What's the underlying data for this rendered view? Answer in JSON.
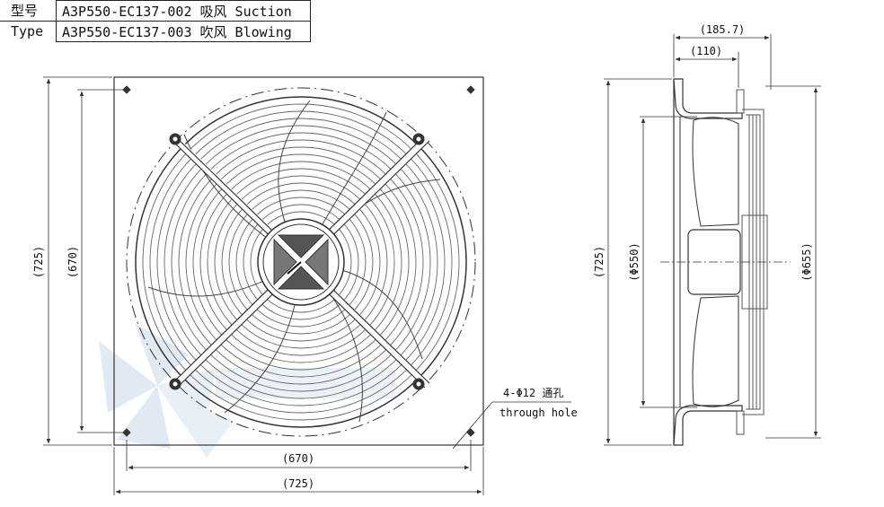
{
  "spec_table": {
    "rows": [
      {
        "label": "型号",
        "value": "A3P550-EC137-002 吸风 Suction"
      },
      {
        "label": "Type",
        "value": "A3P550-EC137-003 吹风 Blowing"
      }
    ]
  },
  "front_view": {
    "width_outer": "(725)",
    "width_holes": "(670)",
    "height_outer": "(725)",
    "height_holes": "(670)",
    "hole_note": "4-Φ12 通孔",
    "hole_note_en": "through hole"
  },
  "side_view": {
    "depth_total": "(185.7)",
    "depth_partial": "(110)",
    "height": "(725)",
    "inner_dia": "(Φ550)",
    "outer_dia": "(Φ655)"
  },
  "colors": {
    "line": "#333333",
    "guard": "#555555",
    "watermark": "#c9d8ea"
  }
}
